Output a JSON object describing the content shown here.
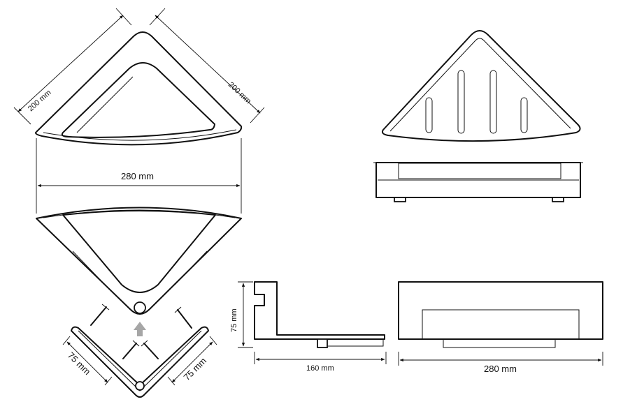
{
  "dimensions": {
    "top_left_side": "200 mm",
    "top_right_side": "200 mm",
    "width_280_top": "280 mm",
    "bracket_left": "75 mm",
    "bracket_right": "75 mm",
    "side_height": "75 mm",
    "side_depth": "160 mm",
    "front_width": "280 mm"
  },
  "colors": {
    "line": "#111111",
    "arrow": "#a6a6a6",
    "background": "#ffffff"
  }
}
